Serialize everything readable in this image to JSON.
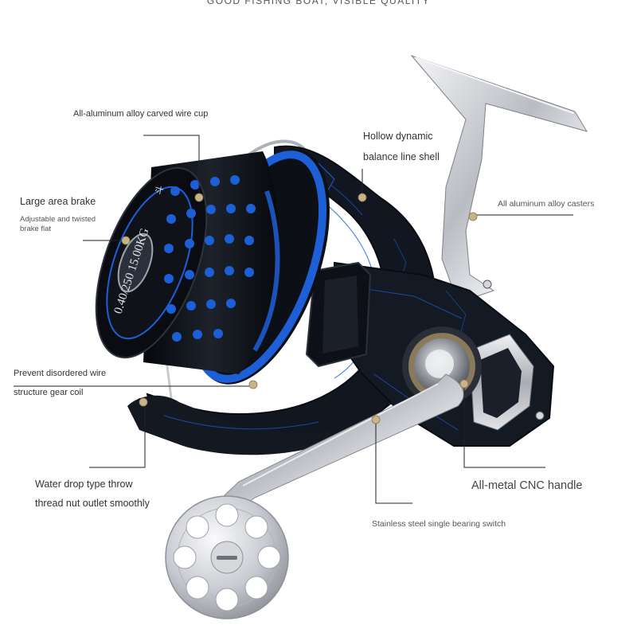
{
  "header": {
    "tagline": "GOOD FISHING BOAT, VISIBLE QUALITY"
  },
  "reel": {
    "spool_text": "0.40/250 15.00KG",
    "spool_brand": "斗"
  },
  "colors": {
    "accent_blue": "#1d5fd6",
    "body_black": "#141821",
    "metal_silver": "#c9ccd1",
    "marker_tan": "#c9b48a"
  },
  "labels": {
    "wire_cup": "All-aluminum alloy carved wire cup",
    "hollow_line1": "Hollow dynamic",
    "hollow_line2": "balance line shell",
    "brake_title": "Large area brake",
    "brake_desc1": "Adjustable and twisted",
    "brake_desc2": "brake flat",
    "casters": "All aluminum alloy casters",
    "wire_line1": "Prevent disordered wire",
    "wire_line2": "structure gear coil",
    "waterdrop_line1": "Water drop type throw",
    "waterdrop_line2": "thread nut outlet smoothly",
    "handle": "All-metal CNC handle",
    "bearing": "Stainless steel single bearing switch"
  }
}
